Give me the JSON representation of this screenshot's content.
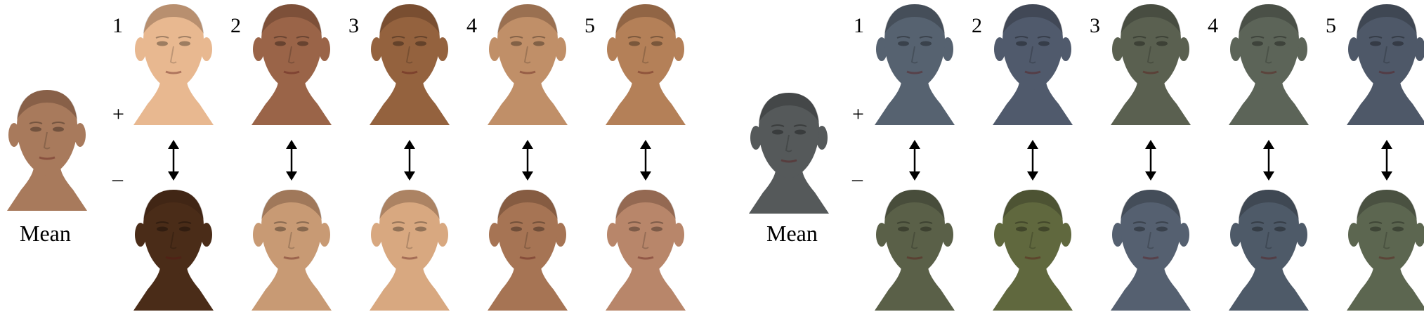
{
  "left": {
    "mean_label": "Mean",
    "plus": "+",
    "minus": "–",
    "components": [
      "1",
      "2",
      "3",
      "4",
      "5"
    ],
    "mean_color": "#a87a5c",
    "plus_colors": [
      "#e8b890",
      "#9a6448",
      "#94623e",
      "#c08f68",
      "#b48058"
    ],
    "minus_colors": [
      "#4a2c18",
      "#c89a74",
      "#d8a880",
      "#a67454",
      "#b8866a"
    ]
  },
  "right": {
    "mean_label": "Mean",
    "plus": "+",
    "minus": "–",
    "components": [
      "1",
      "2",
      "3",
      "4",
      "5"
    ],
    "mean_color": "#55595a",
    "plus_colors": [
      "#566270",
      "#505a6c",
      "#5a6050",
      "#5c6458",
      "#4e5868"
    ],
    "minus_colors": [
      "#5a6048",
      "#60683e",
      "#556070",
      "#4e5a68",
      "#5c6650"
    ]
  }
}
